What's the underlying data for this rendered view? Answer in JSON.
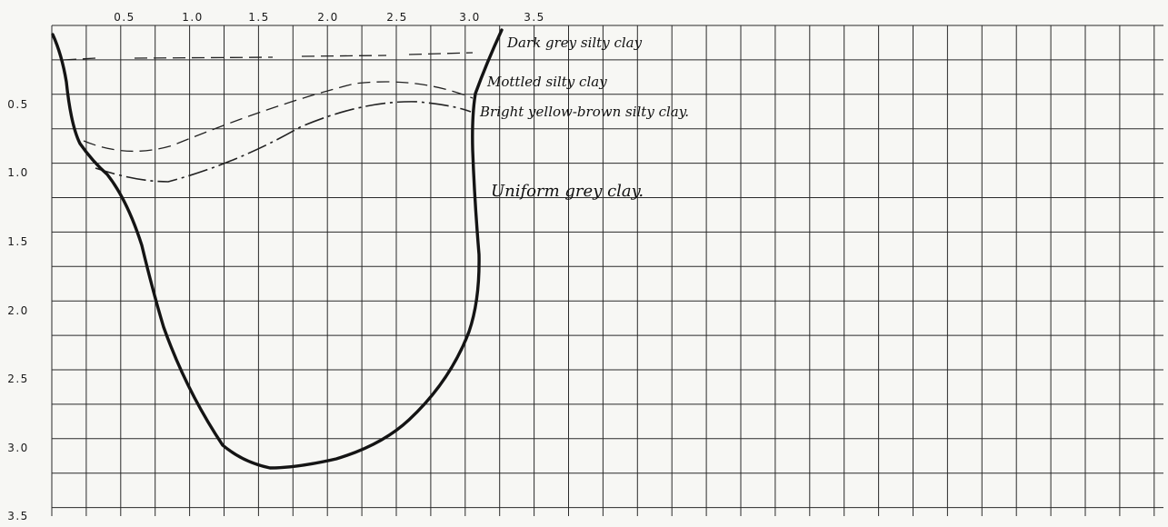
{
  "axes": {
    "x_ticks": [
      "0.5",
      "1.0",
      "1.5",
      "2.0",
      "2.5",
      "3.0",
      "3.5"
    ],
    "y_ticks": [
      "0.5",
      "1.0",
      "1.5",
      "2.0",
      "2.5",
      "3.0",
      "3.5"
    ]
  },
  "annotations": {
    "layer_1": "Dark grey silty clay",
    "layer_2": "Mottled silty clay",
    "layer_3": "Bright yellow-brown silty clay.",
    "fill": "Uniform grey clay."
  },
  "colors": {
    "paper": "#f7f7f4",
    "ink": "#141414"
  }
}
